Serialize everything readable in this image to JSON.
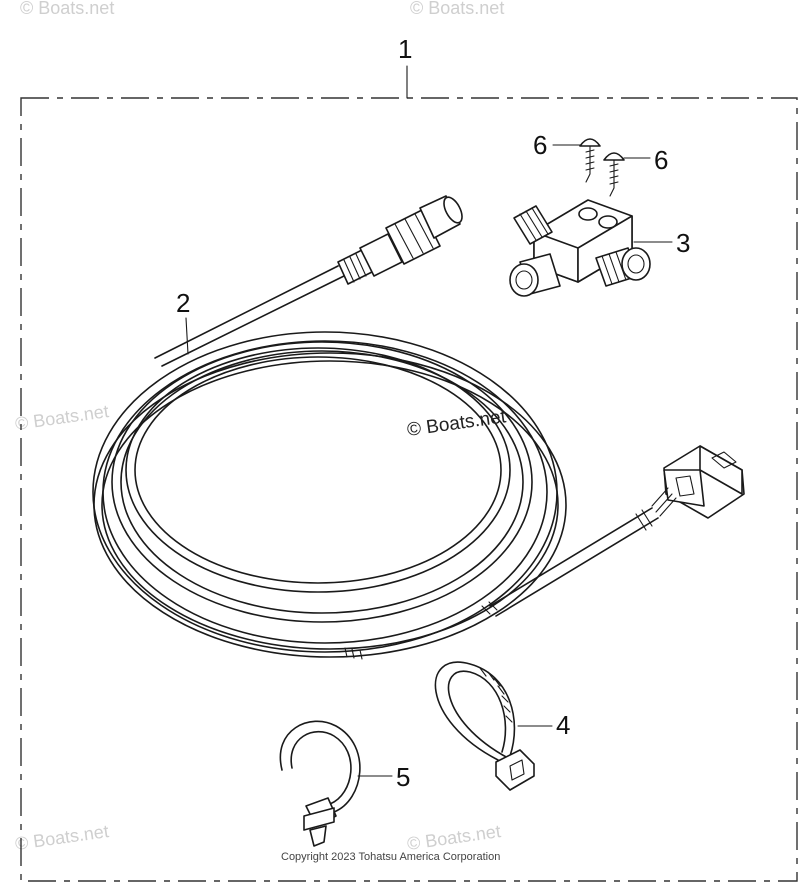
{
  "diagram": {
    "callouts": {
      "kit": "1",
      "cable": "2",
      "tee_connector": "3",
      "cable_tie": "4",
      "clamp": "5",
      "screw_a": "6",
      "screw_b": "6"
    },
    "watermark_center": "© Boats.net",
    "watermark_repeat": "© Boats.net",
    "copyright": "Copyright 2023 Tohatsu America Corporation"
  }
}
